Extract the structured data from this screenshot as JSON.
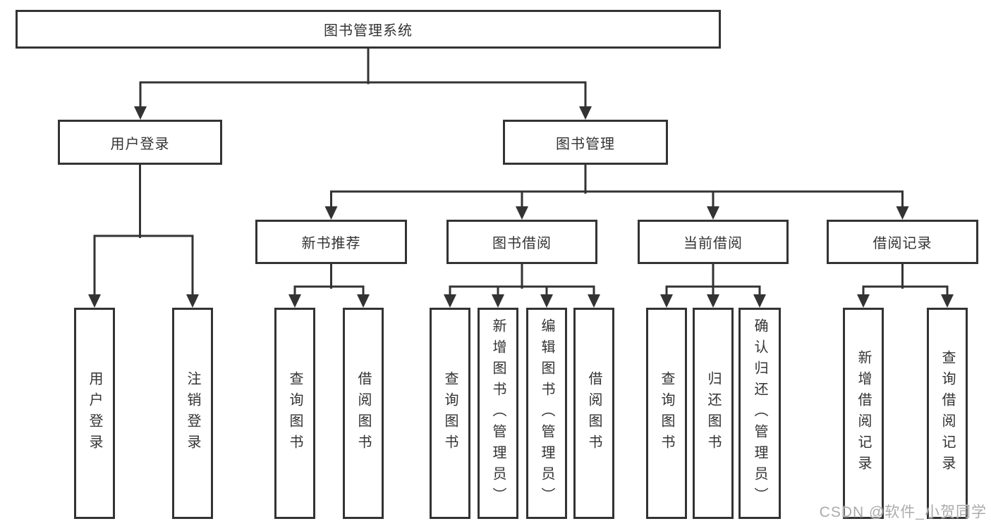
{
  "diagram": {
    "root": {
      "label": "图书管理系统"
    },
    "level2": {
      "user_login": "用户登录",
      "book_management": "图书管理"
    },
    "level3": {
      "new_book": "新书推荐",
      "book_borrow": "图书借阅",
      "current_borrow": "当前借阅",
      "borrow_record": "借阅记录"
    },
    "leaves": {
      "user_login": [
        "用户登录",
        "注销登录"
      ],
      "new_book": [
        "查询图书",
        "借阅图书"
      ],
      "book_borrow": [
        "查询图书",
        "新增图书（管理员）",
        "编辑图书（管理员）",
        "借阅图书"
      ],
      "current_borrow": [
        "查询图书",
        "归还图书",
        "确认归还（管理员）"
      ],
      "borrow_record": [
        "新增借阅记录",
        "查询借阅记录"
      ]
    }
  },
  "watermark": {
    "text": "CSDN @软件_小贺同学"
  },
  "colors": {
    "line": "#333333",
    "box_border": "#333333",
    "text": "#333333",
    "background": "#ffffff",
    "watermark": "#ababab"
  }
}
